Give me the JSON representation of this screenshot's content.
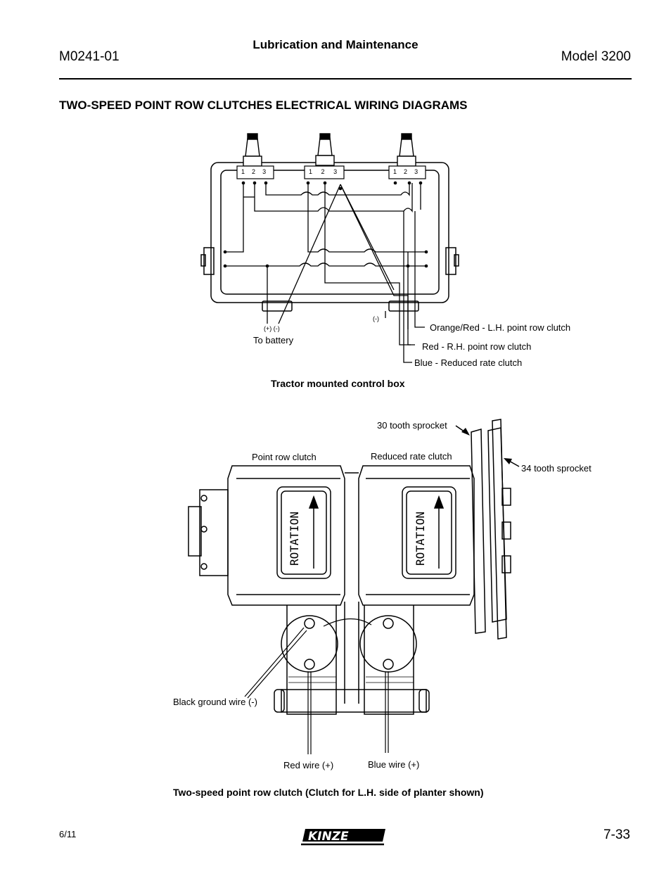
{
  "header": {
    "doc_number": "M0241-01",
    "section": "Lubrication and Maintenance",
    "model": "Model 3200"
  },
  "page_title": "TWO-SPEED POINT ROW CLUTCHES ELECTRICAL WIRING DIAGRAMS",
  "control_box": {
    "switch_terminals": [
      "1",
      "2",
      "3"
    ],
    "battery_polarity": "(+) (-)",
    "battery_label": "To battery",
    "ground_polarity": "(-)",
    "wire_labels": [
      "Orange/Red - L.H. point row clutch",
      "Red - R.H. point row clutch",
      "Blue - Reduced rate clutch"
    ],
    "caption": "Tractor mounted control box"
  },
  "clutch_assembly": {
    "labels": {
      "sprocket_30": "30 tooth sprocket",
      "sprocket_34": "34 tooth sprocket",
      "point_row": "Point row clutch",
      "reduced_rate": "Reduced rate clutch",
      "ground_wire": "Black ground wire (-)",
      "red_wire": "Red wire (+)",
      "blue_wire": "Blue wire (+)"
    },
    "rotation_text": "ROTATION",
    "caption": "Two-speed point row clutch (Clutch for L.H. side of planter shown)"
  },
  "footer": {
    "date": "6/11",
    "logo": "KINZE",
    "page_number": "7-33"
  }
}
